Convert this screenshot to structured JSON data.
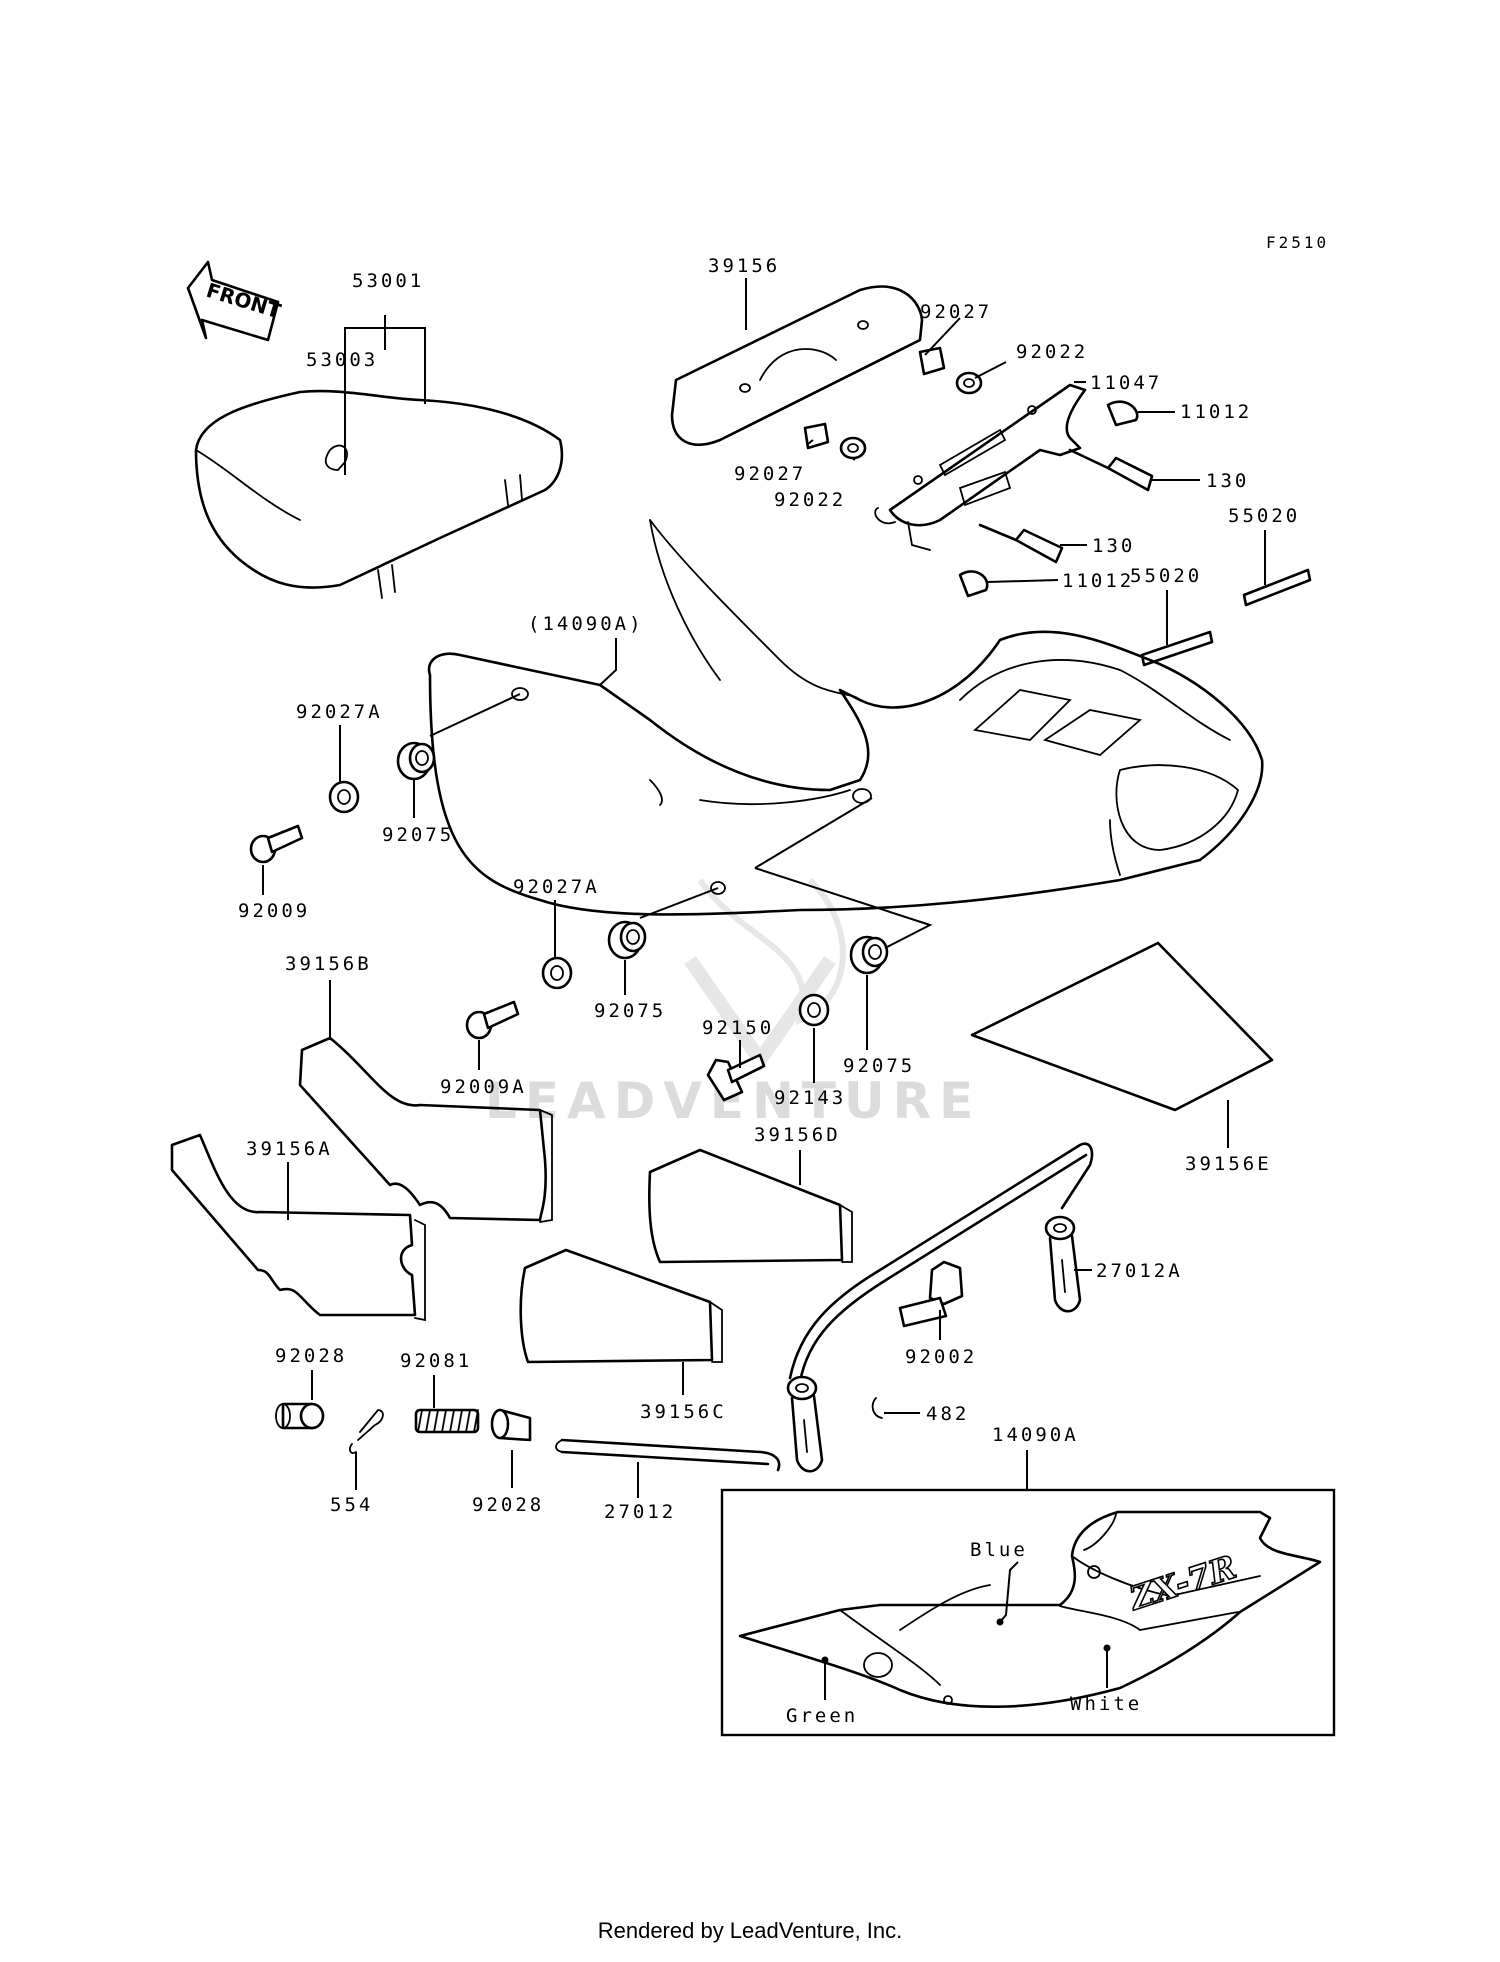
{
  "diagram": {
    "figure_code": "F2510",
    "front_arrow_label": "FRONT",
    "watermark": "LEADVENTURE",
    "emblem_text": "ZX-7R",
    "parts": {
      "p53001": "53001",
      "p53003": "53003",
      "p39156": "39156",
      "p92027_top": "92027",
      "p92022_top": "92022",
      "p11047": "11047",
      "p11012_top": "11012",
      "p130_top": "130",
      "p92027_mid": "92027",
      "p92022_mid": "92022",
      "p130_mid": "130",
      "p11012_bot": "11012",
      "p55020_a": "55020",
      "p55020_b": "55020",
      "p14090A_paren": "(14090A)",
      "p92027A_top": "92027A",
      "p92075_top": "92075",
      "p92009": "92009",
      "p92027A_mid": "92027A",
      "p92075_mid": "92075",
      "p92009A": "92009A",
      "p92150": "92150",
      "p92143": "92143",
      "p92075_right": "92075",
      "p39156E": "39156E",
      "p39156B": "39156B",
      "p39156A": "39156A",
      "p39156D": "39156D",
      "p27012A": "27012A",
      "p92002": "92002",
      "p482": "482",
      "p39156C": "39156C",
      "p92028_a": "92028",
      "p92081": "92081",
      "p554": "554",
      "p92028_b": "92028",
      "p27012": "27012",
      "p14090A_box": "14090A"
    },
    "colors": {
      "blue": "Blue",
      "green": "Green",
      "white": "White"
    }
  },
  "footer": {
    "text": "Rendered by LeadVenture, Inc."
  }
}
